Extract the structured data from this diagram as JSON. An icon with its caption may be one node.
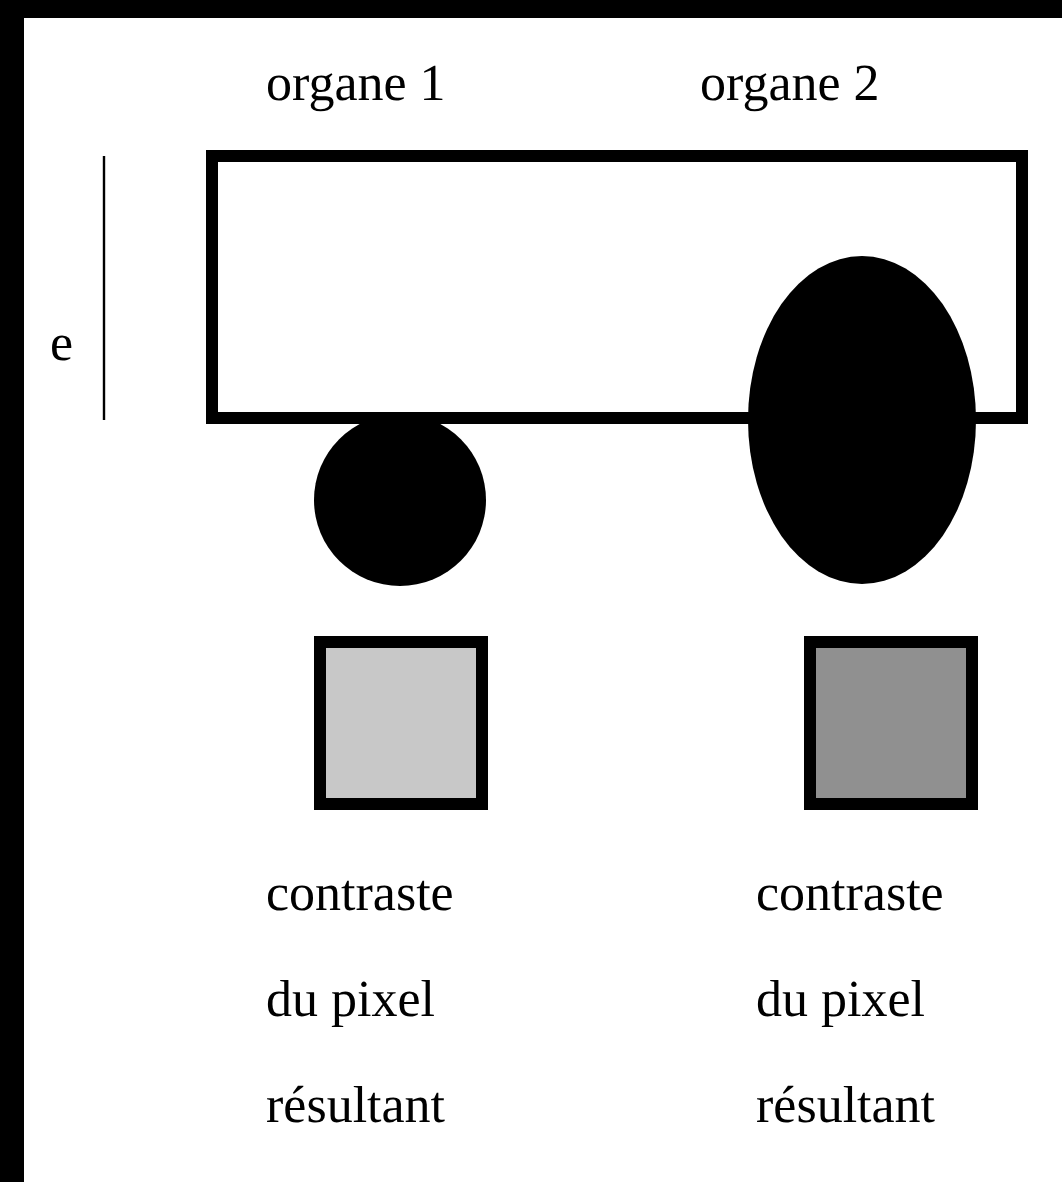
{
  "diagram": {
    "nodes": [
      {
        "text": [],
        "shape": "box"
      },
      {
        "text": [],
        "shape": "circle"
      },
      {
        "text": [],
        "shape": "ellipse"
      },
      {
        "text": [
          "contraste du pixel résultant"
        ]
      },
      {
        "text": [
          "contraste du pixel résultant"
        ]
      }
    ],
    "labels": [
      "organe 1",
      "organe 2",
      "e"
    ]
  }
}
